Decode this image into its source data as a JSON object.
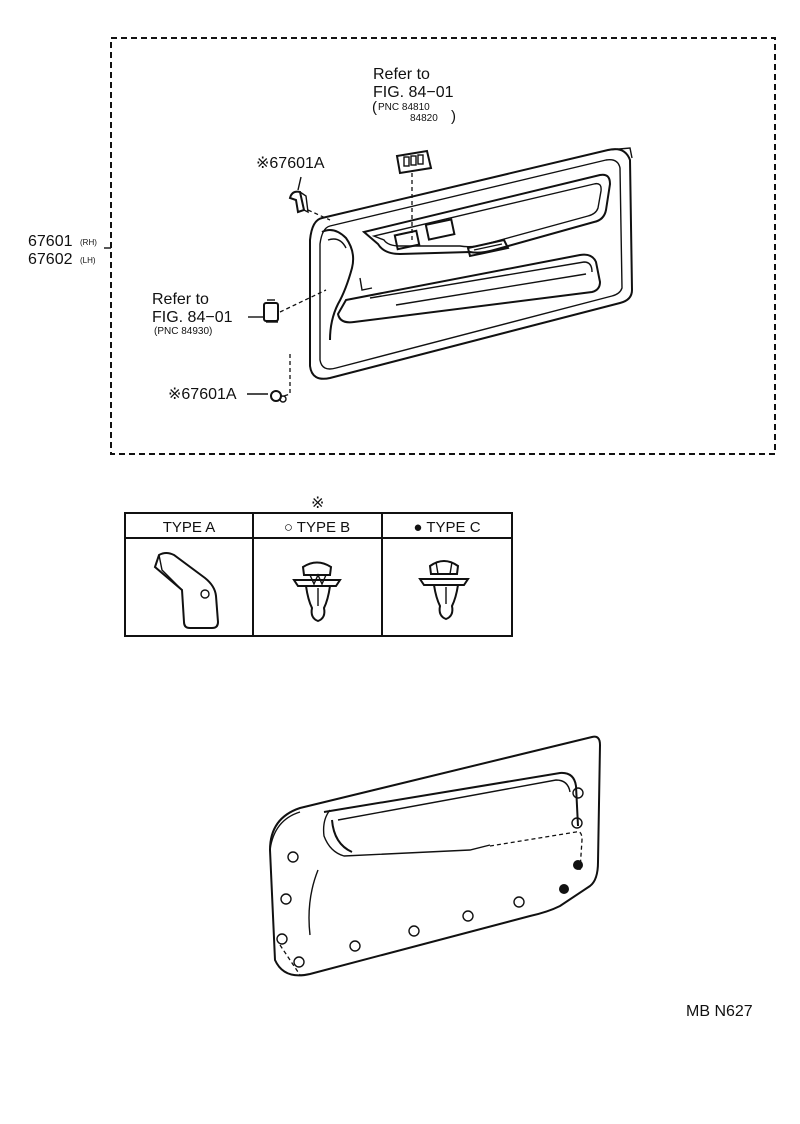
{
  "refer_top": {
    "line1": "Refer to",
    "line2": "FIG. 84−01",
    "pnc1": "PNC 84810",
    "pnc2": "84820"
  },
  "refer_left": {
    "line1": "Refer to",
    "line2": "FIG. 84−01",
    "pnc": "(PNC 84930)"
  },
  "part_upper": "※67601A",
  "part_lower": "※67601A",
  "main_parts": [
    {
      "number": "67601",
      "side": "(RH)"
    },
    {
      "number": "67602",
      "side": "(LH)"
    }
  ],
  "note_symbol": "※",
  "type_table": {
    "headers": [
      "TYPE A",
      "○ TYPE B",
      "● TYPE C"
    ]
  },
  "drawing_code": "MB N627"
}
